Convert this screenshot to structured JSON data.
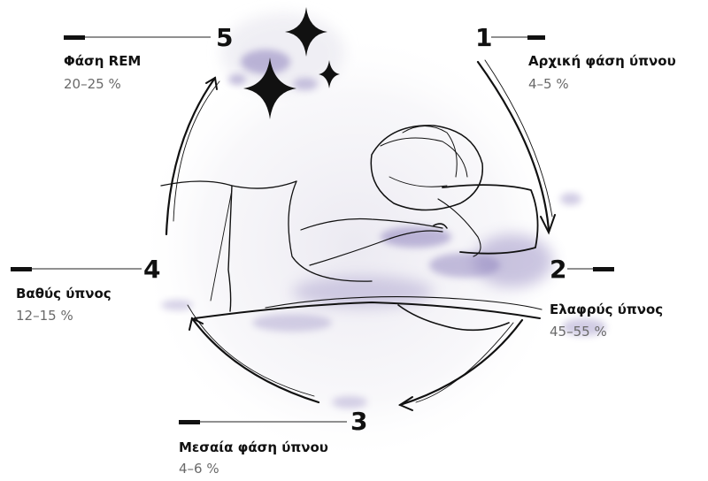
{
  "stages": [
    {
      "number": "1",
      "name": "Αρχική φάση ύπνου",
      "percent": "4–5 %"
    },
    {
      "number": "2",
      "name": "Ελαφρύς ύπνος",
      "percent": "45–55 %"
    },
    {
      "number": "3",
      "name": "Μεσαία φάση ύπνου",
      "percent": "4–6 %"
    },
    {
      "number": "4",
      "name": "Βαθύς ύπνος",
      "percent": "12–15 %"
    },
    {
      "number": "5",
      "name": "Φάση REM",
      "percent": "20–25 %"
    }
  ],
  "colors": {
    "text": "#111111",
    "percent_text": "#6a6a6a",
    "smudge": "#8e82bd",
    "line": "#111111"
  }
}
